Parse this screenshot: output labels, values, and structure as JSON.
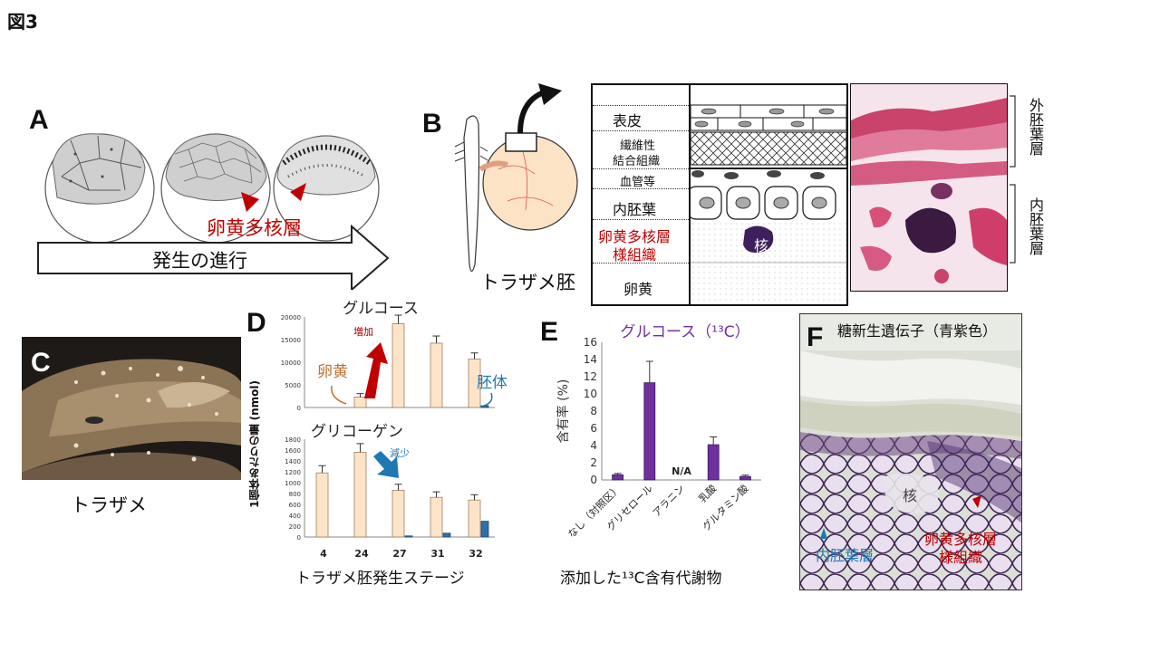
{
  "figure_title": "図3",
  "panel_a": {
    "label": "A",
    "annotation": "卵黄多核層",
    "arrow_label": "発生の進行"
  },
  "panel_b": {
    "label": "B",
    "embryo_label": "トラザメ胚",
    "layers": [
      "表皮",
      "繊維性",
      "結合組織",
      "血管等",
      "内胚葉",
      "卵黄多核層",
      "様組織",
      "卵黄"
    ],
    "nucleus_label": "核",
    "bracket_outer": "外胚葉層",
    "bracket_inner": "内胚葉層"
  },
  "panel_c": {
    "label": "C",
    "caption": "トラザメ"
  },
  "panel_d": {
    "label": "D",
    "ylabel": "1個体あたりの量 (nmol)",
    "xlabel": "トラザメ胚発生ステージ",
    "yolk_label": "卵黄",
    "embryo_label": "胚体",
    "increase_label": "増加",
    "decrease_label": "減少"
  },
  "panel_e": {
    "label": "E",
    "xlabel": "添加した¹³C含有代謝物",
    "na_label": "N/A"
  },
  "panel_f": {
    "label": "F",
    "title": "糖新生遺伝子（青紫色）",
    "nucleus_label": "核",
    "endoderm_label": "内胚葉層",
    "yolk_label_1": "卵黄多核層",
    "yolk_label_2": "様組織"
  },
  "chart_data": [
    {
      "type": "bar",
      "title": "グルコース",
      "categories": [
        "4",
        "24",
        "27",
        "31",
        "32"
      ],
      "series": [
        {
          "name": "卵黄",
          "values": [
            0,
            2300,
            18500,
            14200,
            10700
          ]
        },
        {
          "name": "胚体",
          "values": [
            0,
            0,
            0,
            0,
            400
          ]
        }
      ],
      "ylim": [
        0,
        20000
      ],
      "yticks": [
        "0",
        "5000",
        "10000",
        "15000",
        "20000"
      ]
    },
    {
      "type": "bar",
      "title": "グリコーゲン",
      "categories": [
        "4",
        "24",
        "27",
        "31",
        "32"
      ],
      "series": [
        {
          "name": "卵黄",
          "values": [
            1180,
            1560,
            860,
            730,
            680
          ]
        },
        {
          "name": "胚体",
          "values": [
            0,
            0,
            20,
            70,
            290
          ]
        }
      ],
      "ylim": [
        0,
        1800
      ],
      "yticks": [
        "0",
        "200",
        "400",
        "600",
        "800",
        "1000",
        "1200",
        "1400",
        "1600",
        "1800"
      ]
    },
    {
      "type": "bar",
      "title": "グルコース（¹³C）",
      "ylabel": "含有率 (%)",
      "categories": [
        "なし（対照区）",
        "グリセロール",
        "アラニン",
        "乳酸",
        "グルタミン酸"
      ],
      "values": [
        0.6,
        11.3,
        0,
        4.1,
        0.4
      ],
      "ylim": [
        0,
        16
      ],
      "yticks": [
        "0",
        "2",
        "4",
        "6",
        "8",
        "10",
        "12",
        "14",
        "16"
      ]
    }
  ]
}
